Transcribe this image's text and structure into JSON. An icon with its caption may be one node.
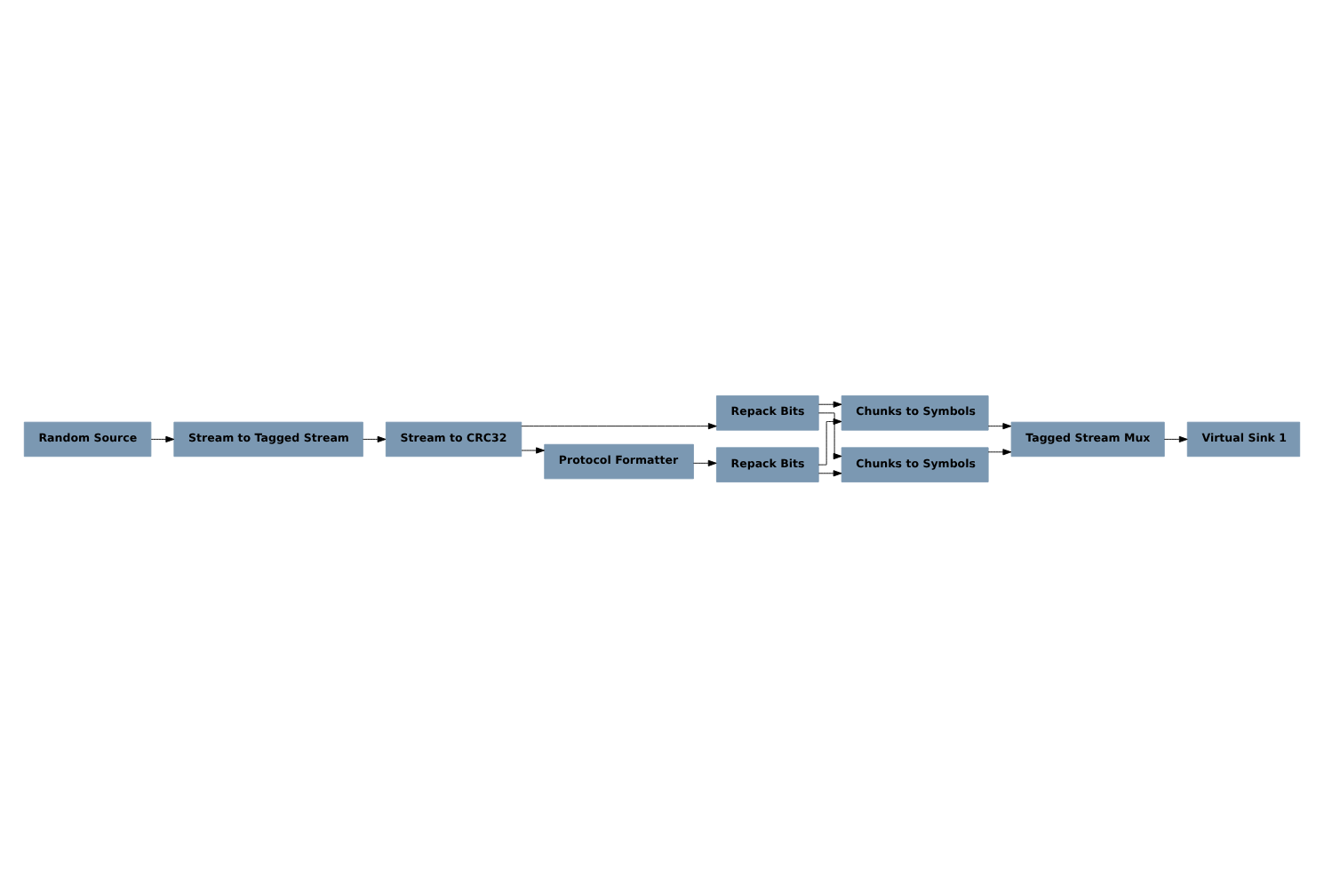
{
  "diagram": {
    "nodes": [
      {
        "text": [
          "Random Source"
        ]
      },
      {
        "text": [
          "Stream to Tagged Stream"
        ]
      },
      {
        "text": [
          "Stream to CRC32"
        ]
      },
      {
        "text": [
          "Repack Bits"
        ]
      },
      {
        "text": [
          "Protocol Formatter"
        ]
      },
      {
        "text": [
          "Repack Bits"
        ]
      },
      {
        "text": [
          "Chunks to Symbols"
        ]
      },
      {
        "text": [
          "Chunks to Symbols"
        ]
      },
      {
        "text": [
          "Tagged Stream Mux"
        ]
      },
      {
        "text": [
          "Virtual Sink 1"
        ]
      }
    ],
    "edges": [
      {
        "from": 0,
        "to": 1,
        "arrow": "to"
      },
      {
        "from": 1,
        "to": 2,
        "arrow": "to"
      },
      {
        "from": 2,
        "to": 3,
        "arrow": "to"
      },
      {
        "from": 2,
        "to": 4,
        "arrow": "to"
      },
      {
        "from": 4,
        "to": 5,
        "arrow": "to"
      },
      {
        "from": 3,
        "to": 6,
        "arrow": "to"
      },
      {
        "from": 3,
        "to": 7,
        "arrow": "to"
      },
      {
        "from": 5,
        "to": 6,
        "arrow": "to"
      },
      {
        "from": 5,
        "to": 7,
        "arrow": "to"
      },
      {
        "from": 6,
        "to": 8,
        "arrow": "to"
      },
      {
        "from": 7,
        "to": 8,
        "arrow": "to"
      },
      {
        "from": 8,
        "to": 9,
        "arrow": "to"
      }
    ]
  }
}
